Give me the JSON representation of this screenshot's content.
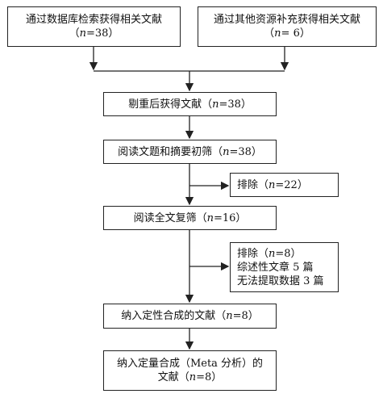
{
  "flow": {
    "source1": {
      "pre": "通过数据库检索获得相关文献",
      "n_pre": "（",
      "n": "n",
      "n_post": "=38）"
    },
    "source2": {
      "pre": "通过其他资源补充获得相关文献",
      "n_pre": "（",
      "n": "n",
      "n_post": "= 6）"
    },
    "dedup": {
      "pre": "剔重后获得文献（",
      "n": "n",
      "post": "=38）"
    },
    "screen1": {
      "pre": "阅读文题和摘要初筛（",
      "n": "n",
      "post": "=38）"
    },
    "exclude1": {
      "pre": "排除（",
      "n": "n",
      "post": "=22）"
    },
    "screen2": {
      "pre": "阅读全文复筛（",
      "n": "n",
      "post": "=16）"
    },
    "exclude2": {
      "line1_pre": "排除（",
      "line1_n": "n",
      "line1_post": "=8）",
      "line2": "综述性文章 5 篇",
      "line3": "无法提取数据 3 篇"
    },
    "qualitative": {
      "pre": "纳入定性合成的文献（",
      "n": "n",
      "post": "=8）"
    },
    "quantitative": {
      "line1": "纳入定量合成（Meta 分析）的",
      "line2_pre": "文献（",
      "line2_n": "n",
      "line2_post": "=8）"
    }
  }
}
